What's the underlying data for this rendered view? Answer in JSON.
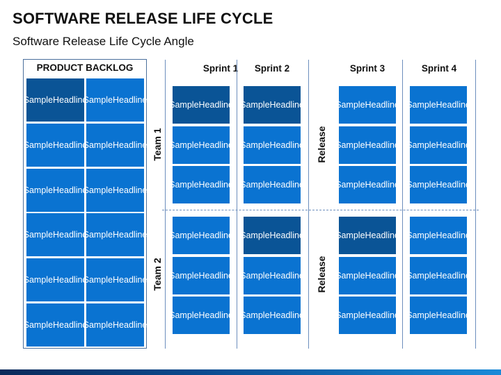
{
  "title": "SOFTWARE RELEASE LIFE CYCLE",
  "subtitle": "Software Release Life Cycle Angle",
  "backlog": {
    "header": "PRODUCT  BACKLOG",
    "cells": [
      {
        "line1": "Sample",
        "line2": "Headline",
        "dark": true
      },
      {
        "line1": "Sample",
        "line2": "Headline",
        "dark": false
      },
      {
        "line1": "Sample",
        "line2": "Headline",
        "dark": false
      },
      {
        "line1": "Sample",
        "line2": "Headline",
        "dark": false
      },
      {
        "line1": "Sample",
        "line2": "Headline",
        "dark": false
      },
      {
        "line1": "Sample",
        "line2": "Headline",
        "dark": false
      },
      {
        "line1": "Sample",
        "line2": "Headline",
        "dark": false
      },
      {
        "line1": "Sample",
        "line2": "Headline",
        "dark": false
      },
      {
        "line1": "Sample",
        "line2": "Headline",
        "dark": false
      },
      {
        "line1": "Sample",
        "line2": "Headline",
        "dark": false
      },
      {
        "line1": "Sample",
        "line2": "Headline",
        "dark": false
      },
      {
        "line1": "Sample",
        "line2": "Headline",
        "dark": false
      }
    ]
  },
  "sprints": [
    "Sprint 1",
    "Sprint 2",
    "Sprint 3",
    "Sprint 4"
  ],
  "teams": [
    "Team 1",
    "Team 2"
  ],
  "release_label": "Release",
  "grid": {
    "team1": [
      [
        {
          "line1": "Sample",
          "line2": "Headline",
          "dark": true
        },
        {
          "line1": "Sample",
          "line2": "Headline",
          "dark": true
        },
        {
          "line1": "Sample",
          "line2": "Headline",
          "dark": false
        },
        {
          "line1": "Sample",
          "line2": "Headline",
          "dark": false
        }
      ],
      [
        {
          "line1": "Sample",
          "line2": "Headline",
          "dark": false
        },
        {
          "line1": "Sample",
          "line2": "Headline",
          "dark": false
        },
        {
          "line1": "Sample",
          "line2": "Headline",
          "dark": false
        },
        {
          "line1": "Sample",
          "line2": "Headline",
          "dark": false
        }
      ],
      [
        {
          "line1": "Sample",
          "line2": "Headline",
          "dark": false
        },
        {
          "line1": "Sample",
          "line2": "Headline",
          "dark": false
        },
        {
          "line1": "Sample",
          "line2": "Headline",
          "dark": false
        },
        {
          "line1": "Sample",
          "line2": "Headline",
          "dark": false
        }
      ]
    ],
    "team2": [
      [
        {
          "line1": "Sample",
          "line2": "Headline",
          "dark": false
        },
        {
          "line1": "Sample",
          "line2": "Headline",
          "dark": true
        },
        {
          "line1": "Sample",
          "line2": "Headline",
          "dark": true
        },
        {
          "line1": "Sample",
          "line2": "Headline",
          "dark": false
        }
      ],
      [
        {
          "line1": "Sample",
          "line2": "Headline",
          "dark": false
        },
        {
          "line1": "Sample",
          "line2": "Headline",
          "dark": false
        },
        {
          "line1": "Sample",
          "line2": "Headline",
          "dark": false
        },
        {
          "line1": "Sample",
          "line2": "Headline",
          "dark": false
        }
      ],
      [
        {
          "line1": "Sample",
          "line2": "Headline",
          "dark": false
        },
        {
          "line1": "Sample",
          "line2": "Headline",
          "dark": false
        },
        {
          "line1": "Sample",
          "line2": "Headline",
          "dark": false
        },
        {
          "line1": "Sample",
          "line2": "Headline",
          "dark": false
        }
      ]
    ]
  },
  "colors": {
    "cell": "#0a73d1",
    "cell_dark": "#0a5496",
    "line": "#6c8ebd"
  }
}
